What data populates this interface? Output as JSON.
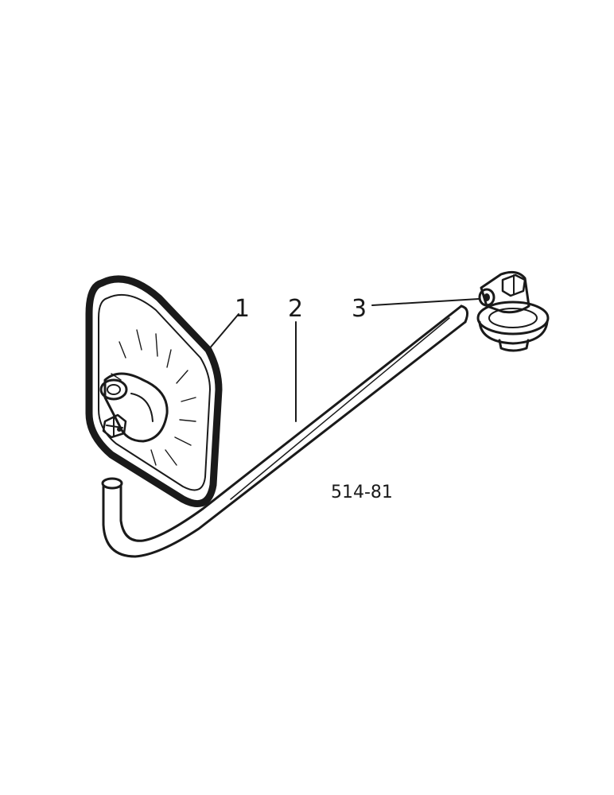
{
  "diagram": {
    "callouts": [
      "1",
      "2",
      "3"
    ],
    "figure_number": "514-81",
    "parts": [
      "mirror-head",
      "mirror-arm",
      "mounting-clamp"
    ],
    "ink_color": "#1a1a1a",
    "background": "#ffffff"
  }
}
